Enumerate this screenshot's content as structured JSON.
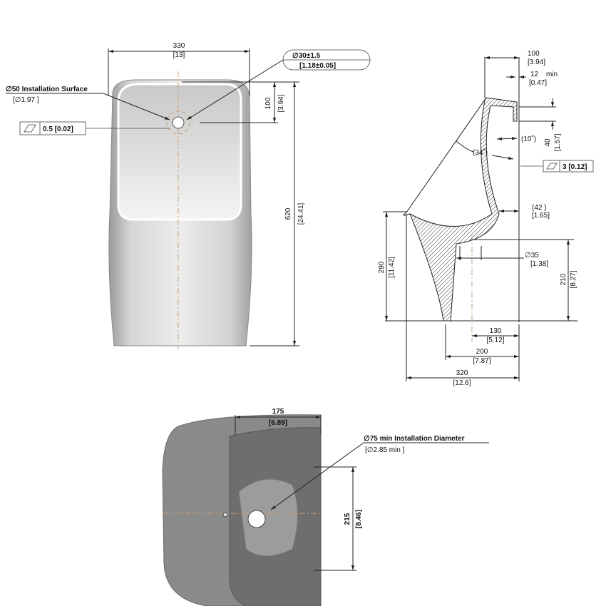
{
  "front_view": {
    "width_mm": "330",
    "width_in": "[13]",
    "hole_diameter_mm": "∅30±1.5",
    "hole_diameter_in": "[1.18±0.05]",
    "install_surface_label": "∅50 Installation Surface",
    "install_surface_in": "[∅1.97          ]",
    "flatness_value": "0.5  [0.02]",
    "hole_from_top_mm": "100",
    "hole_from_top_in": "[3.94]",
    "height_mm": "620",
    "height_in": "[24.41]"
  },
  "side_view": {
    "depth_top_mm": "100",
    "depth_top_in": "[3.94]",
    "gap_mm": "12",
    "gap_min": "min",
    "gap_in": "[0.47]",
    "rim_height_mm": "40",
    "rim_height_in": "[1.57]",
    "angle_10": "(10˚)",
    "angle_34": "(34˚)",
    "flatness_value": "3  [0.12]",
    "dim_42_mm": "(42     )",
    "dim_42_in": "[1.65]",
    "outlet_mm": "∅35",
    "outlet_in": "[1.38]",
    "height_290_mm": "290",
    "height_290_in": "[11.42]",
    "height_210_mm": "210",
    "height_210_in": "[8.27]",
    "dim_130_mm": "130",
    "dim_130_in": "[5.12]",
    "dim_200_mm": "200",
    "dim_200_in": "[7.87]",
    "dim_320_mm": "320",
    "dim_320_in": "[12.6]"
  },
  "bottom_view": {
    "width_mm": "175",
    "width_in": "[6.89]",
    "install_diameter_label": "∅75 min Installation Diameter",
    "install_diameter_in": "[∅2.85 min                         ]",
    "height_mm": "215",
    "height_in": "[8.46]"
  }
}
